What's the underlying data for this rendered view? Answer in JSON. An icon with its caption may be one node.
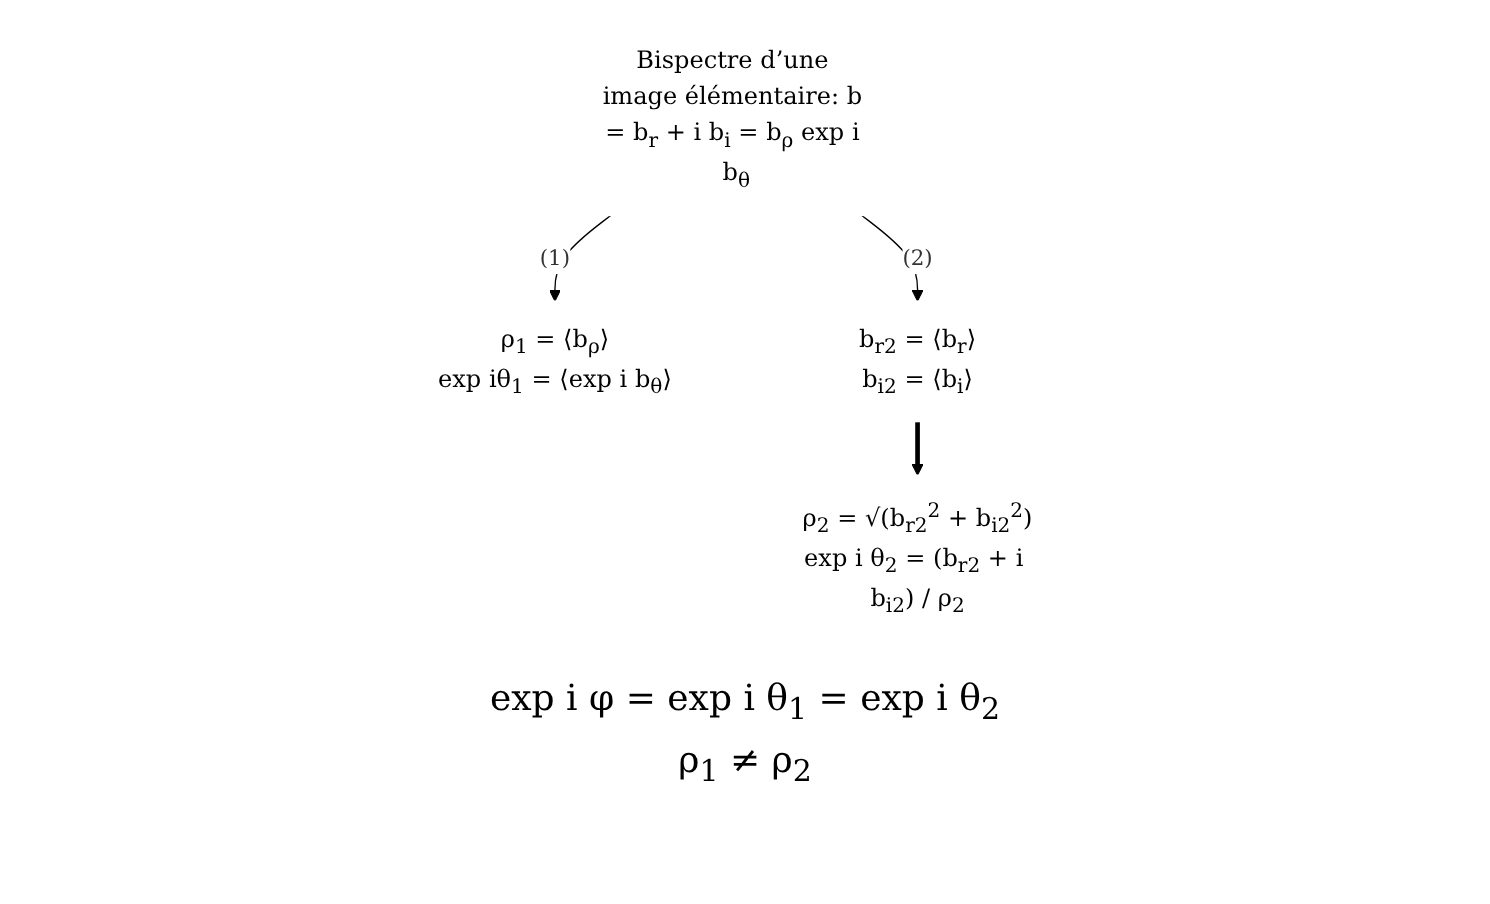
{
  "diagram": {
    "nodes": [
      {
        "text": [
          "Bispectre d’une image élémentaire: b = b$_{r}$ + i b$_{i}$ = b$_{ρ}$ exp i b$_{θ}$"
        ]
      },
      {
        "text": [
          "ρ$_{1}$ = ⟨b$_{ρ}$⟩",
          "exp iθ$_{1}$ = ⟨exp i b$_{θ}$⟩"
        ]
      },
      {
        "text": [
          "b$_{r2}$ = ⟨b$_{r}$⟩",
          "b$_{i2}$ = ⟨b$_{i}$⟩"
        ]
      },
      {
        "text": [
          "ρ$_{2}$ = √(b$_{r2}$$^{2}$ + b$_{i2}$$^{2}$)",
          "exp i θ$_{2}$ = (b$_{r2}$ + i b$_{i2}$) / ρ$_{2}$"
        ]
      }
    ],
    "edges": [
      {
        "from": 0,
        "to": 1,
        "arrow": "to",
        "label": "(1)"
      },
      {
        "from": 0,
        "to": 2,
        "arrow": "to",
        "label": "(2)"
      },
      {
        "from": 2,
        "to": 3,
        "arrow": "to",
        "style": "thick"
      }
    ],
    "labels": [
      "exp i φ = exp i θ$_{1}$ = exp i θ$_{2}$",
      "ρ$_{1}$ ≠ ρ$_{2}$"
    ]
  }
}
